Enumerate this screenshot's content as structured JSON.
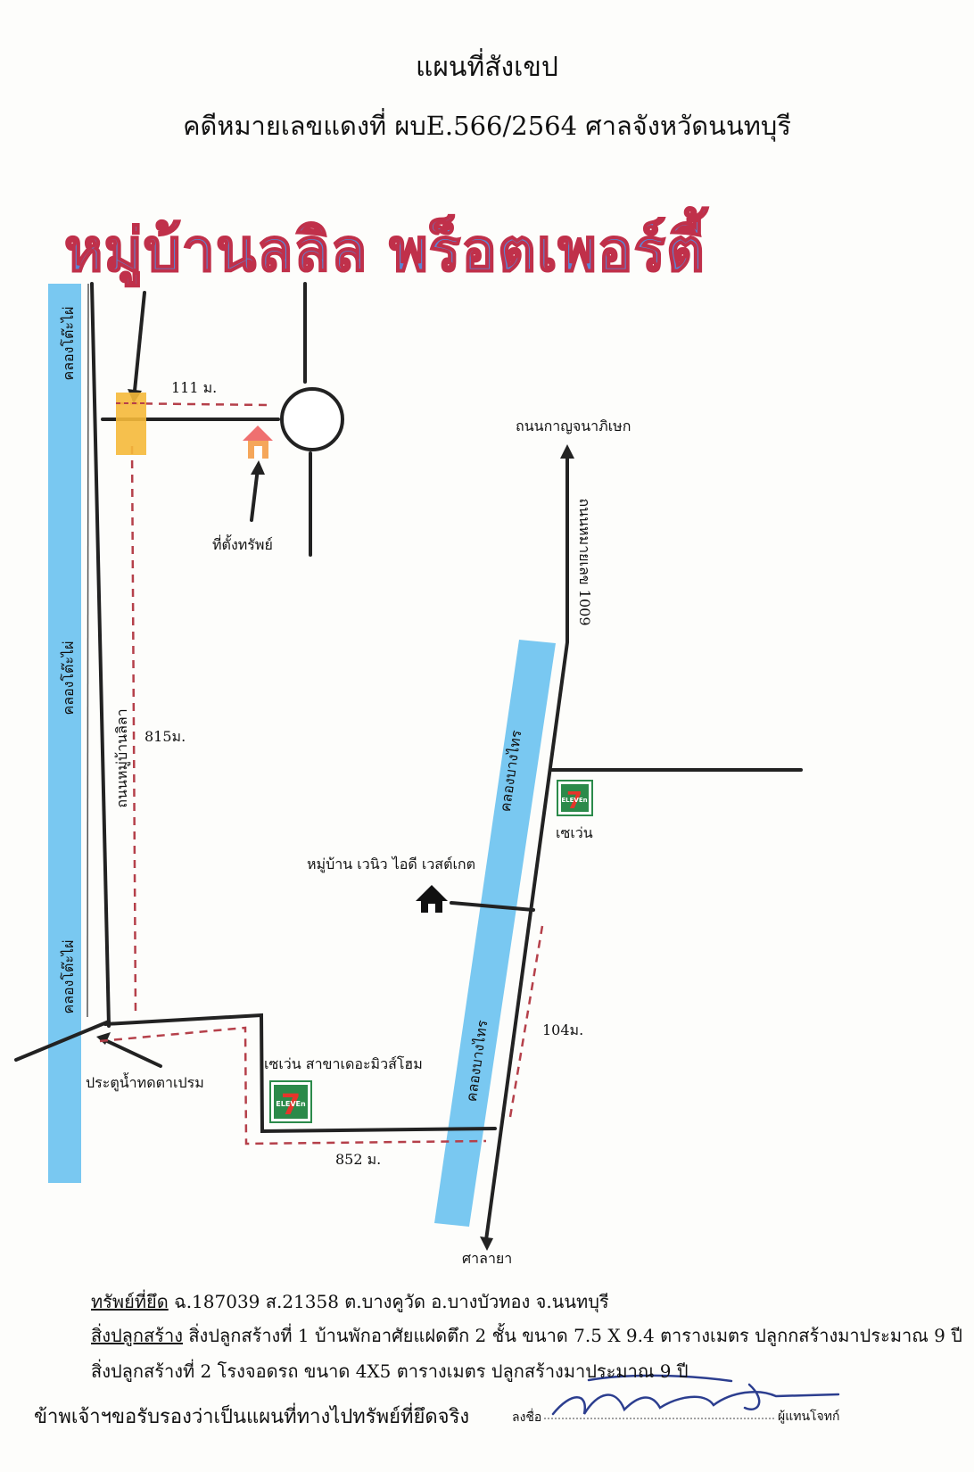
{
  "title": "แผนที่สังเขป",
  "case_line": "คดีหมายเลขแดงที่ ผบE.566/2564  ศาลจังหวัดนนทบุรี",
  "village_name": "หมู่บ้านลลิล พร็อตเพอร์ตี้",
  "map": {
    "canal_left_labels": [
      "คลองโต๊ะไผ่",
      "คลองโต๊ะไผ่",
      "คลองโต๊ะไผ่"
    ],
    "canal_right_labels": [
      "คลองบางไทร",
      "คลองบางไทร"
    ],
    "road_village": "ถนนหมู่บ้านลิลา",
    "road_1009": "ถนนหมายเลข 1009",
    "road_kanchana": "ถนนกาญจนาภิเษก",
    "dist_111": "111 ม.",
    "dist_815": "815ม.",
    "dist_104": "104ม.",
    "dist_852": "852 ม.",
    "property_location": "ที่ตั้งทรัพย์",
    "seven_label": "เซเว่น",
    "seven_branch": "เซเว่น สาขาเดอะมิวส์โฮม",
    "venue_village": "หมู่บ้าน เวนิว ไอดี เวสต์เกต",
    "sluice_gate": "ประตูน้ำทดตาเปรม",
    "salaya": "ศาลายา",
    "seven_logo_text": "ELEVEn",
    "colors": {
      "canal": "#79c8f1",
      "dashed_route": "#b5404a",
      "road": "#222222",
      "property": "#f5b93a"
    }
  },
  "footer": {
    "seized_label": "ทรัพย์ที่ยึด",
    "seized_value": "  ฉ.187039  ส.21358  ต.บางคูวัด  อ.บางบัวทอง  จ.นนทบุรี",
    "building_label": "สิ่งปลูกสร้าง",
    "building1": "  สิ่งปลูกสร้างที่ 1 บ้านพักอาศัยแฝดตึก 2 ชั้น ขนาด 7.5 X 9.4 ตารางเมตร ปลูกกสร้างมาประมาณ 9 ปี",
    "building2": "สิ่งปลูกสร้างที่ 2 โรงจอดรถ ขนาด 4X5 ตารางเมตร  ปลูกสร้างมาประมาณ 9 ปี",
    "certify": "ข้าพเจ้าฯขอรับรองว่าเป็นแผนที่ทางไปทรัพย์ที่ยึดจริง",
    "sign_label": "ลงชื่อ",
    "sign_role": "ผู้แทนโจทก์"
  }
}
